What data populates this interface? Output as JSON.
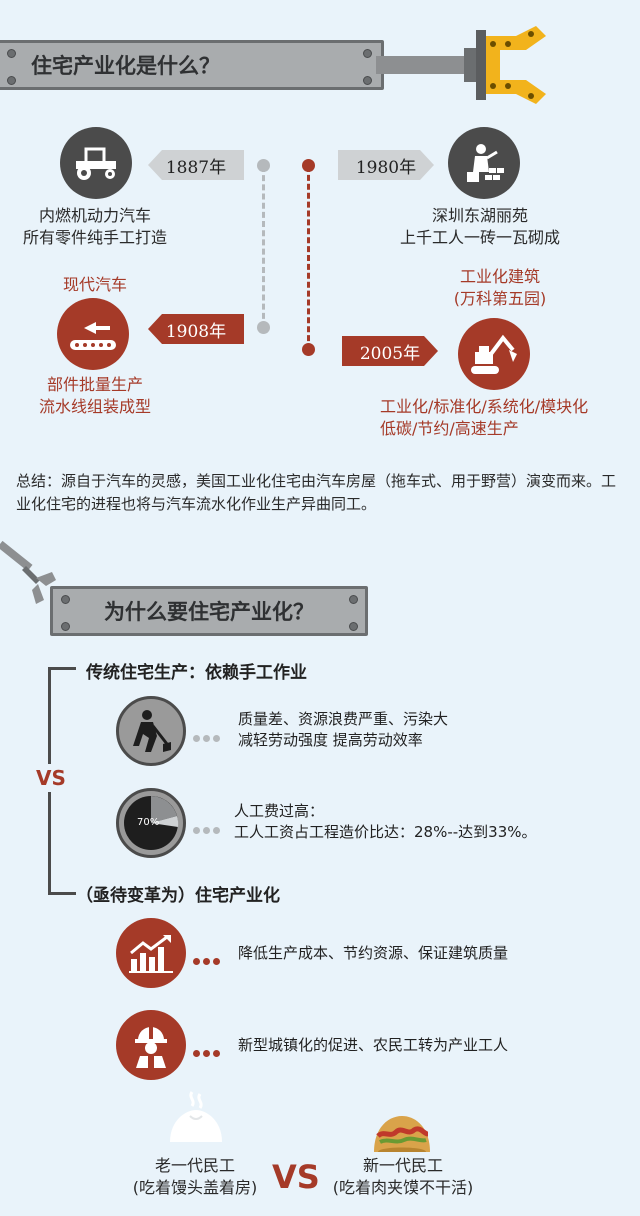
{
  "section1": {
    "title": "住宅产业化是什么？",
    "timeline": {
      "y1887": {
        "year": "1887年",
        "line1": "内燃机动力汽车",
        "line2": "所有零件纯手工打造",
        "icon": "tractor-icon"
      },
      "y1908": {
        "year": "1908年",
        "heading": "现代汽车",
        "line1": "部件批量生产",
        "line2": "流水线组装成型",
        "icon": "conveyor-icon"
      },
      "y1980": {
        "year": "1980年",
        "line1": "深圳东湖丽苑",
        "line2": "上千工人一砖一瓦砌成",
        "icon": "bricklayer-icon"
      },
      "y2005": {
        "year": "2005年",
        "heading1": "工业化建筑",
        "heading2": "(万科第五园)",
        "line1": "工业化/标准化/系统化/模块化",
        "line2": "低碳/节约/高速生产",
        "icon": "excavator-icon"
      }
    },
    "summary": "总结：源自于汽车的灵感，美国工业化住宅由汽车房屋（拖车式、用于野营）演变而来。工业化住宅的进程也将与汽车流水化作业生产异曲同工。"
  },
  "section2": {
    "title": "为什么要住宅产业化？",
    "traditional": {
      "heading": "传统住宅生产：依赖手工作业",
      "item1": {
        "line1": "质量差、资源浪费严重、污染大",
        "line2": "减轻劳动强度 提高劳动效率",
        "icon": "worker-shovel-icon"
      },
      "item2": {
        "line1": "人工费过高：",
        "line2": "工人工资占工程造价比达：28%--达到33%。",
        "pie_label": "70%",
        "icon": "pie-icon"
      }
    },
    "vs": "VS",
    "industrial": {
      "heading": "（亟待变革为）住宅产业化",
      "item1": {
        "text": "降低生产成本、节约资源、保证建筑质量",
        "icon": "bar-chart-icon"
      },
      "item2": {
        "text": "新型城镇化的促进、农民工转为产业工人",
        "icon": "hardhat-worker-icon"
      }
    },
    "compare": {
      "old_line1": "老一代民工",
      "old_line2": "(吃着馒头盖着房)",
      "vs": "VS",
      "new_line1": "新一代民工",
      "new_line2": "(吃着肉夹馍不干活)"
    }
  },
  "colors": {
    "accent": "#a53a28",
    "dark": "#4b4b4b",
    "banner": "#a9acae",
    "bg": "#e9f3fa"
  }
}
